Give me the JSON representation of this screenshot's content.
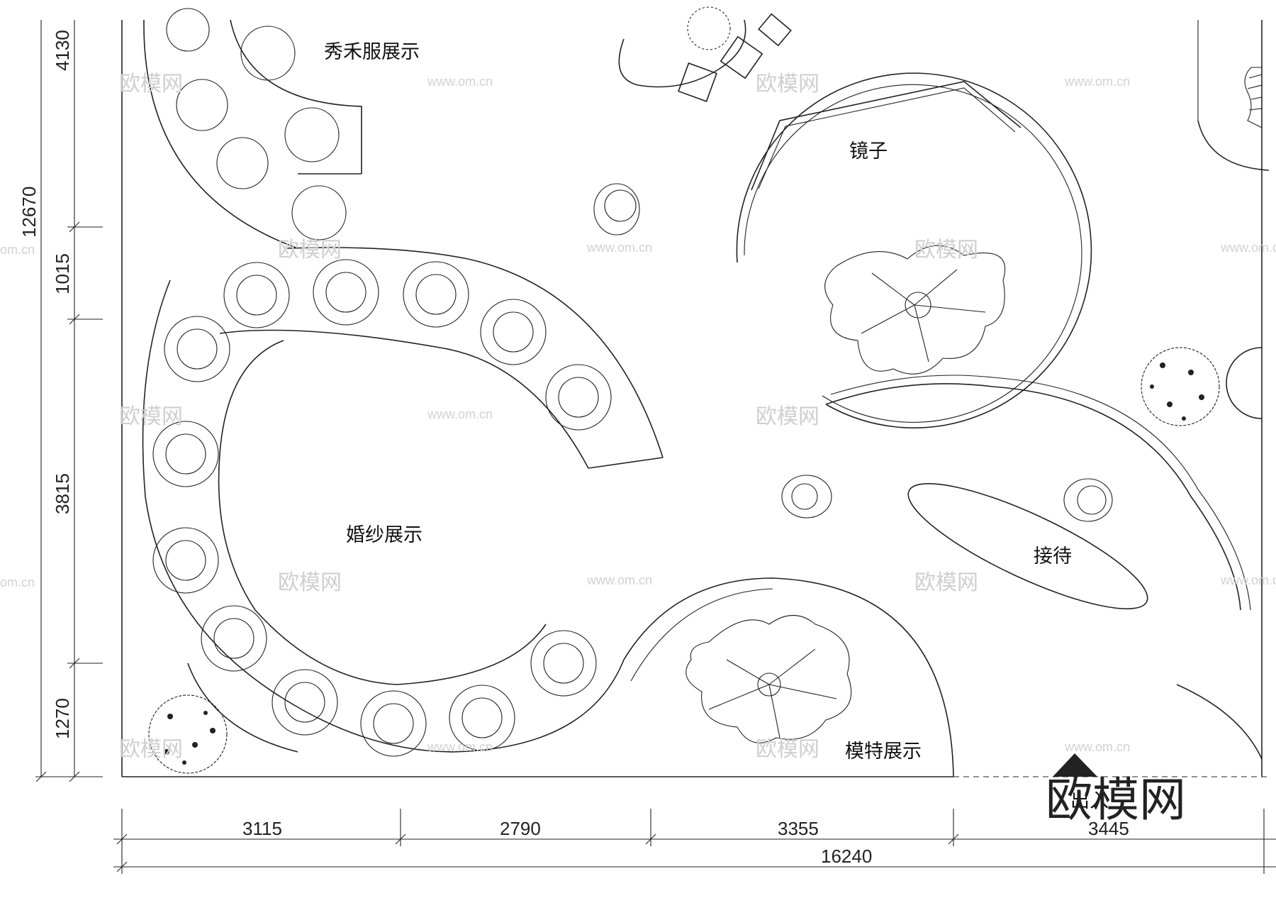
{
  "labels": {
    "xiuhe": "秀禾服展示",
    "mirror": "镜子",
    "wedding": "婚纱展示",
    "reception": "接待",
    "model": "模特展示",
    "entrance": "出入"
  },
  "dimensions": {
    "left": [
      "4130",
      "12670",
      "1015",
      "3815",
      "1270"
    ],
    "bottom": [
      "3115",
      "2790",
      "3355",
      "3445"
    ],
    "total": "16240"
  },
  "watermark": {
    "brand": "欧模网",
    "url": "www.om.cn",
    "edge_url": "om.cn"
  }
}
